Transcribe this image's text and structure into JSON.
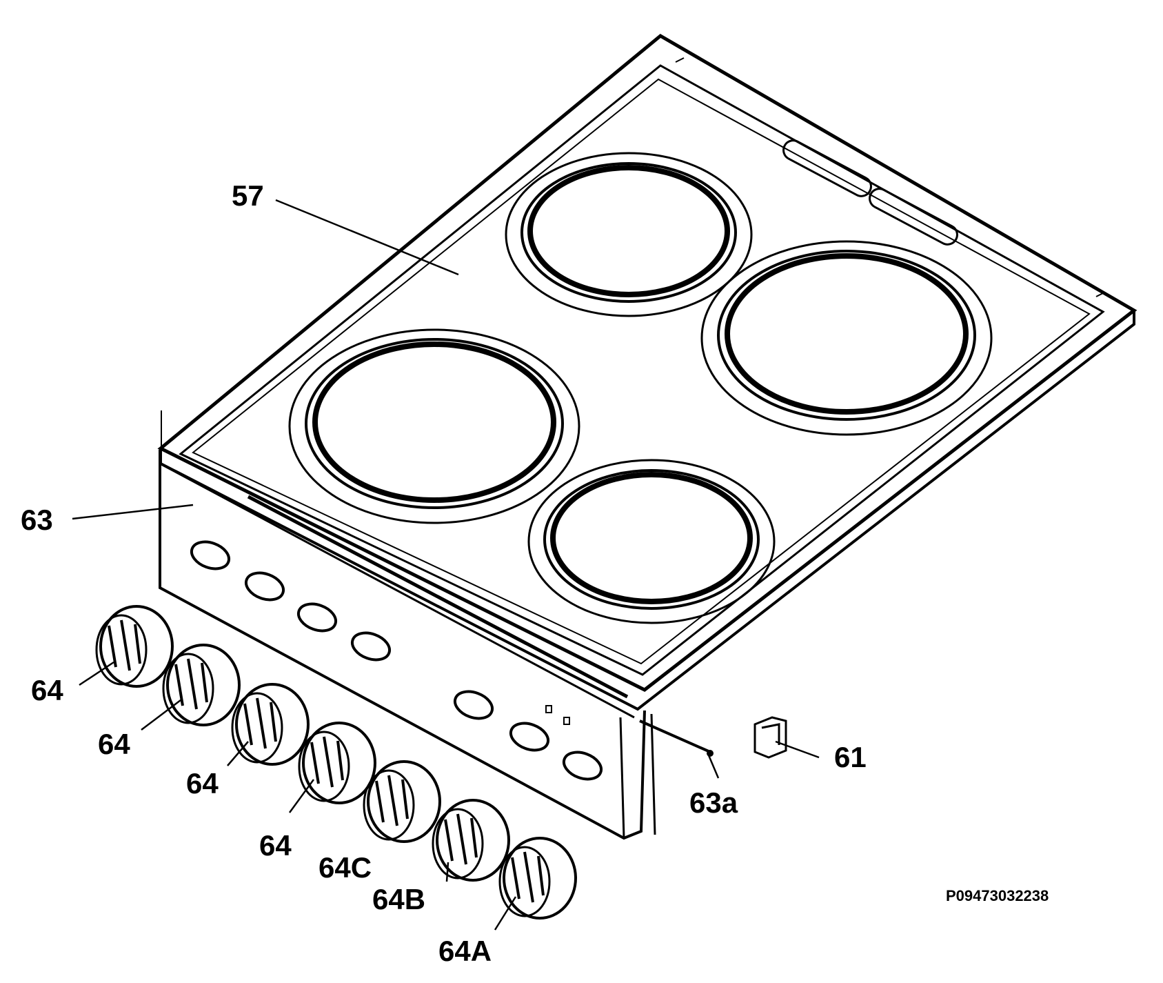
{
  "callouts": {
    "c57": "57",
    "c63": "63",
    "c63a": "63a",
    "c61": "61",
    "k1": "64",
    "k2": "64",
    "k3": "64",
    "k4": "64",
    "k5": "64C",
    "k6": "64B",
    "k7": "64A"
  },
  "drawing_code": "P09473032238",
  "parts": [
    "hob-top",
    "control-panel",
    "control-knob",
    "hinge-pin",
    "clip"
  ]
}
